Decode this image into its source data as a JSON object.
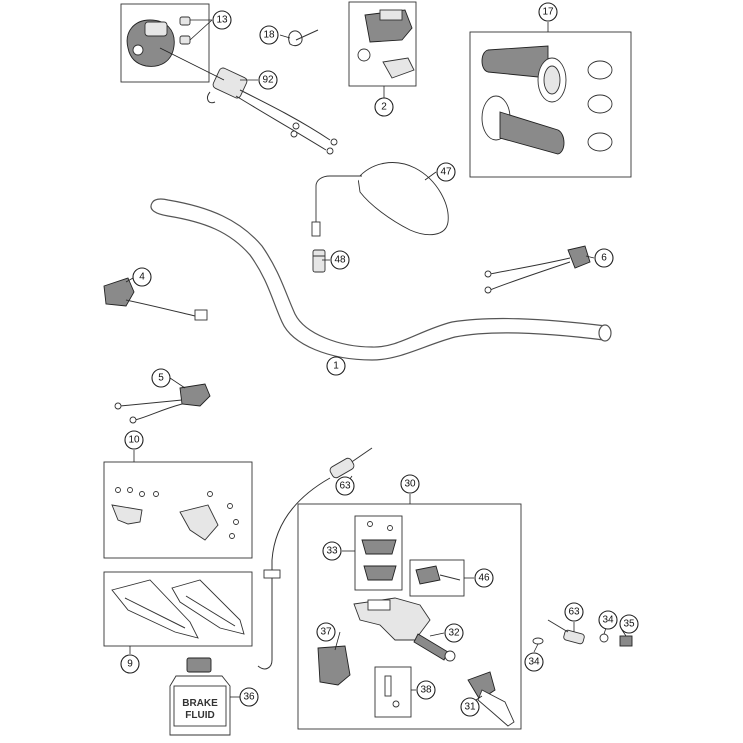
{
  "callouts": [
    {
      "id": "c1",
      "label": "1"
    },
    {
      "id": "c2",
      "label": "2"
    },
    {
      "id": "c4",
      "label": "4"
    },
    {
      "id": "c5",
      "label": "5"
    },
    {
      "id": "c6",
      "label": "6"
    },
    {
      "id": "c9",
      "label": "9"
    },
    {
      "id": "c10",
      "label": "10"
    },
    {
      "id": "c13",
      "label": "13"
    },
    {
      "id": "c17",
      "label": "17"
    },
    {
      "id": "c18",
      "label": "18"
    },
    {
      "id": "c30",
      "label": "30"
    },
    {
      "id": "c31",
      "label": "31"
    },
    {
      "id": "c32",
      "label": "32"
    },
    {
      "id": "c33",
      "label": "33"
    },
    {
      "id": "c34a",
      "label": "34"
    },
    {
      "id": "c34b",
      "label": "34"
    },
    {
      "id": "c35",
      "label": "35"
    },
    {
      "id": "c36",
      "label": "36"
    },
    {
      "id": "c37",
      "label": "37"
    },
    {
      "id": "c38",
      "label": "38"
    },
    {
      "id": "c46",
      "label": "46"
    },
    {
      "id": "c47",
      "label": "47"
    },
    {
      "id": "c48",
      "label": "48"
    },
    {
      "id": "c63a",
      "label": "63"
    },
    {
      "id": "c63b",
      "label": "63"
    },
    {
      "id": "c92",
      "label": "92"
    }
  ],
  "brake_fluid_label": {
    "line1": "BRAKE",
    "line2": "FLUID"
  }
}
